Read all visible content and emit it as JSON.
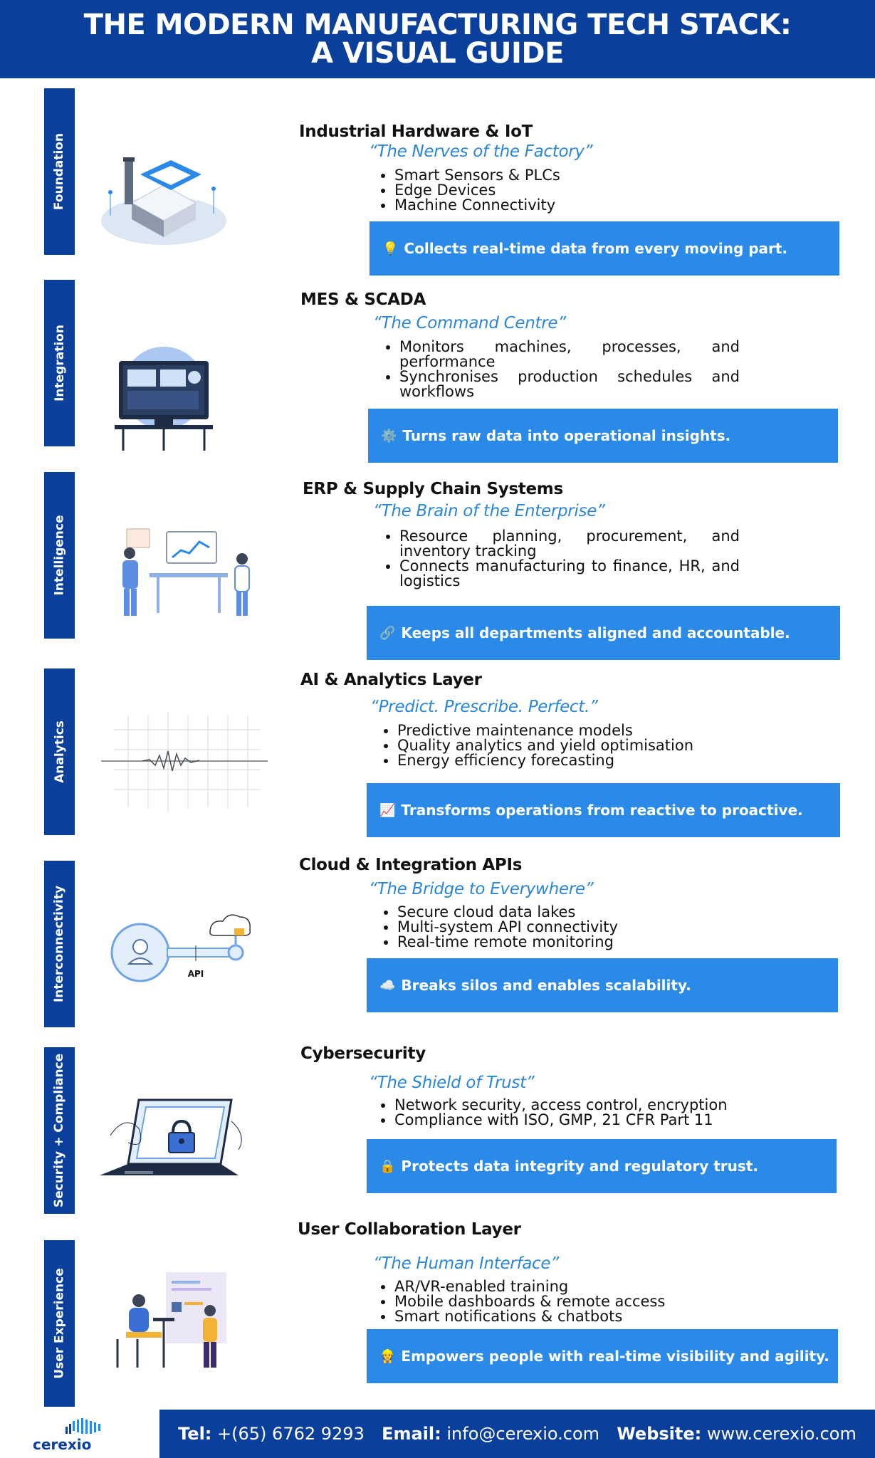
{
  "header": {
    "title": "THE MODERN MANUFACTURING TECH STACK: A VISUAL GUIDE"
  },
  "sections": [
    {
      "tab": "Foundation",
      "title": "Industrial Hardware & IoT",
      "quote": "“The Nerves of the Factory”",
      "bullets": [
        "Smart Sensors & PLCs",
        "Edge Devices",
        "Machine Connectivity"
      ],
      "banner_icon": "lightbulb-icon",
      "banner_glyph": "💡",
      "banner": "Collects real-time data from every moving part."
    },
    {
      "tab": "Integration",
      "title": "MES & SCADA",
      "quote": "“The Command Centre”",
      "bullets": [
        "Monitors machines, processes, and performance",
        "Synchronises production schedules and workflows"
      ],
      "banner_icon": "gear-icon",
      "banner_glyph": "⚙️",
      "banner": "Turns raw data into operational insights."
    },
    {
      "tab": "Intelligence",
      "title": "ERP & Supply Chain Systems",
      "quote": "“The Brain of the Enterprise”",
      "bullets": [
        "Resource planning, procurement, and inventory tracking",
        "Connects manufacturing to finance, HR, and logistics"
      ],
      "banner_icon": "link-icon",
      "banner_glyph": "🔗",
      "banner": "Keeps all departments aligned and accountable."
    },
    {
      "tab": "Analytics",
      "title": "AI & Analytics Layer",
      "quote": "“Predict. Prescribe. Perfect.”",
      "bullets": [
        "Predictive maintenance models",
        "Quality analytics and yield optimisation",
        "Energy efficiency forecasting"
      ],
      "banner_icon": "chart-up-icon",
      "banner_glyph": "📈",
      "banner": "Transforms operations from reactive to proactive."
    },
    {
      "tab": "Interconnectivity",
      "title": "Cloud & Integration APIs",
      "quote": "“The Bridge to Everywhere”",
      "bullets": [
        "Secure cloud data lakes",
        "Multi-system API connectivity",
        "Real-time remote monitoring"
      ],
      "banner_icon": "cloud-icon",
      "banner_glyph": "☁️",
      "banner": "Breaks silos and enables scalability.",
      "illus_label": "API"
    },
    {
      "tab": "Security + Compliance",
      "title": "Cybersecurity",
      "quote": "“The Shield of Trust”",
      "bullets": [
        "Network security, access control, encryption",
        "Compliance with ISO, GMP, 21 CFR Part 11"
      ],
      "banner_icon": "lock-icon",
      "banner_glyph": "🔒",
      "banner": "Protects data integrity and regulatory trust."
    },
    {
      "tab": "User Experience",
      "title": "User Collaboration Layer",
      "quote": "“The Human Interface”",
      "bullets": [
        "AR/VR-enabled training",
        "Mobile dashboards & remote access",
        "Smart notifications & chatbots"
      ],
      "banner_icon": "person-icon",
      "banner_glyph": "👷",
      "banner": "Empowers people with real-time visibility and agility."
    }
  ],
  "footer": {
    "logo_text": "cerexio",
    "tel_label": "Tel:",
    "tel_value": "+(65) 6762 9293",
    "email_label": "Email:",
    "email_value": "info@cerexio.com",
    "web_label": "Website:",
    "web_value": "www.cerexio.com"
  },
  "colors": {
    "navy": "#0a3f9c",
    "blue": "#2b8ae8",
    "quote": "#2b86d8"
  }
}
